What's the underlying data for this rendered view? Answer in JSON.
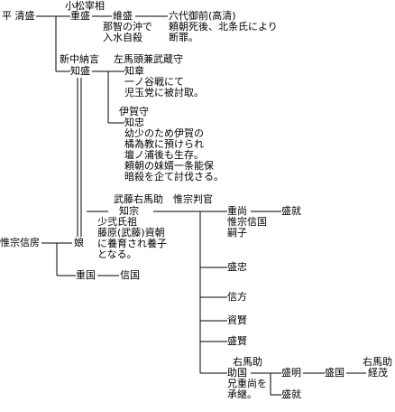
{
  "colors": {
    "line": "#000000",
    "text": "#000000",
    "background": "#ffffff"
  },
  "tree": {
    "kiyomori": "平 清盛",
    "shigemori_title": "小松宰相",
    "shigemori": "重盛",
    "koremori_title": "維盛",
    "rokudai_title": "六代御前(高清)",
    "koremori_note": "那智の沖で\n入水自殺",
    "rokudai_note": "頼朝死後、北条氏により\n断罪。",
    "tomomori_title": "新中納言",
    "tomomori": "知盛",
    "tomoakira_title": "左馬頭兼武蔵守",
    "tomoakira": "知章",
    "tomoakira_note": "一ノ谷戦にて\n児玉党に被討取。",
    "tomotada_title": "伊賀守",
    "tomotada": "知忠",
    "tomotada_note": "幼少のため伊賀の\n橘為教に預けられ\n壇ノ浦後も生存。\n頼朝の妹婿一条能保\n暗殺を企て討伐さる。",
    "tomomune_title": "武藤右馬助",
    "tomomune": "知宗",
    "tomomune_note": "少弐氏祖\n藤原(武藤)資朝\nに養育され養子\nとなる。",
    "hogan_title": "惟宗判官",
    "koremune": "惟宗信房",
    "musume": "娘",
    "shigekuni": "重国",
    "nobukuni": "信国",
    "shigehisa": "重尚",
    "shigehisa_note": "惟宗信国\n嗣子",
    "morinari_1": "盛就",
    "moritada": "盛忠",
    "nobukata": "信方",
    "sukezane": "資賢",
    "moritaka": "盛賢",
    "sukekuni_title": "右馬助",
    "sukekuni": "助国",
    "sukekuni_note": "兄重尚を\n承継。",
    "moriaki": "盛明",
    "morikuni": "盛国",
    "tsuneshige_title": "右馬助",
    "tsuneshige": "経茂",
    "morinari_2": "盛就"
  }
}
